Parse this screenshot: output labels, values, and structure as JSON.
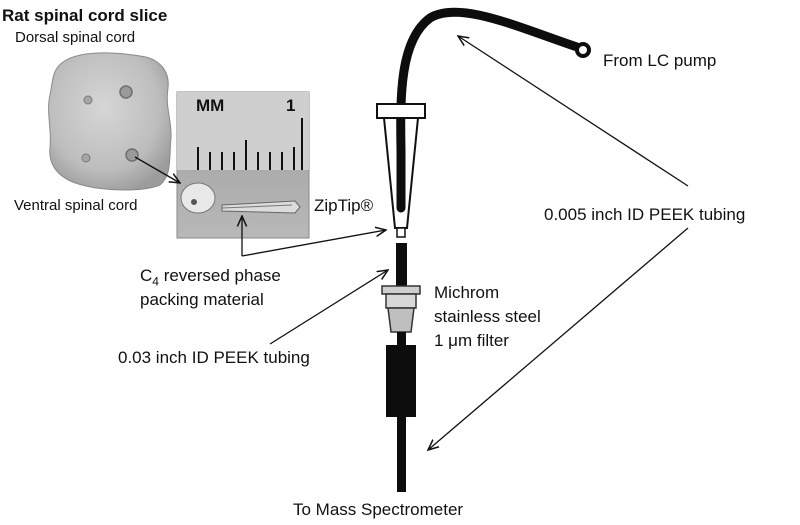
{
  "labels": {
    "title": "Rat spinal cord slice",
    "dorsal": "Dorsal spinal cord",
    "ventral": "Ventral spinal cord",
    "from_lc_pump": "From LC pump",
    "ziptip": "ZipTip®",
    "peek_005": "0.005 inch ID PEEK tubing",
    "c4_prefix": "C",
    "c4_sub": "4",
    "c4_rest": " reversed phase",
    "packing": "packing material",
    "michrom_line1": "Michrom",
    "michrom_line2": "stainless steel",
    "michrom_line3": "1 μm filter",
    "peek_003": "0.03 inch ID PEEK tubing",
    "to_ms": "To Mass Spectrometer"
  },
  "ruler": {
    "unit": "MM",
    "mark": "1"
  },
  "colors": {
    "tubing": "#0d0d0d",
    "tissue": "#b9b9b9",
    "photo_bg": "#a8a8a8",
    "arrow": "#111111"
  }
}
